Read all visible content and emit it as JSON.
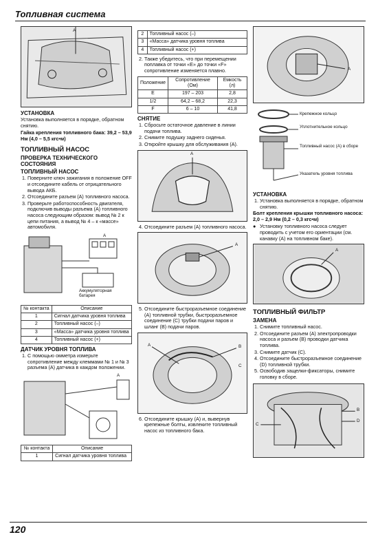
{
  "header": {
    "title": "Топливная система"
  },
  "page_number": "120",
  "col1": {
    "install_title": "УСТАНОВКА",
    "install_text": "Установка выполняется в порядке, обратном снятию.",
    "torque_text": "Гайка крепления топливного бака: 39,2 – 53,9 Нм (4,0 – 5,5 кгс•м)",
    "pump_title": "ТОПЛИВНЫЙ НАСОС",
    "check_title": "ПРОВЕРКА ТЕХНИЧЕСКОГО СОСТОЯНИЯ",
    "pump_sub": "ТОПЛИВНЫЙ НАСОС",
    "steps": [
      "Поверните ключ зажигания в положение OFF и отсоедините кабель от отрицательного вывода АКБ.",
      "Отсоедините разъем (А) топливного насоса.",
      "Проверьте работоспособность двигателя, подключив выводы разъема (А) топливного насоса следующим образом: вывод № 2 к цепи питания, а вывод № 4 – к «массе» автомобиля."
    ],
    "battery_label": "Аккумуляторная батарея",
    "table1_headers": [
      "№ контакта",
      "Описание"
    ],
    "table1_rows": [
      [
        "1",
        "Сигнал датчика уровня топлива"
      ],
      [
        "2",
        "Топливный насос (–)"
      ],
      [
        "3",
        "«Масса» датчика уровня топлива"
      ],
      [
        "4",
        "Топливный насос (+)"
      ]
    ],
    "sensor_title": "ДАТЧИК УРОВНЯ ТОПЛИВА",
    "sensor_step": "С помощью омметра измерьте сопротивление между клеммами № 1 и № 3 разъема (А) датчика в каждом положении.",
    "table2_headers": [
      "№ контакта",
      "Описание"
    ],
    "table2_rows": [
      [
        "1",
        "Сигнал датчика уровня топлива"
      ]
    ]
  },
  "col2": {
    "table_rows": [
      [
        "2",
        "Топливный насос (–)"
      ],
      [
        "3",
        "«Масса» датчика уровня топлива"
      ],
      [
        "4",
        "Топливный насос (+)"
      ]
    ],
    "step2": "Также убедитесь, что при перемещении поплавка от точки «Е» до точки «F» сопротивление изменяется плавно.",
    "res_headers": [
      "Положение",
      "Сопротивление (Ом)",
      "Емкость (л)"
    ],
    "res_rows": [
      [
        "E",
        "197 – 203",
        "2,8"
      ],
      [
        "1/2",
        "64,2 – 68,2",
        "22,3"
      ],
      [
        "F",
        "6 – 10",
        "41,8"
      ]
    ],
    "removal_title": "СНЯТИЕ",
    "removal_steps": [
      "Сбросьте остаточное давление в линии подачи топлива.",
      "Снимите подушку заднего сиденья.",
      "Откройте крышку для обслуживания (А)."
    ],
    "step4": "Отсоедините разъем (А) топливного насоса.",
    "step5": "Отсоедините быстроразъемное соединение (А) топливной трубки, быстроразъемное соединение (С) трубки подачи паров и шланг (В) подачи паров.",
    "step6": "Отсоедините крышку (А) и, вывернув крепежные болты, извлеките топливный насос из топливного бака."
  },
  "col3": {
    "parts": [
      "Крепежное кольцо",
      "Уплотнительное кольцо",
      "Топливный насос (А) в сборе",
      "Указатель уровня топлива"
    ],
    "install_title": "УСТАНОВКА",
    "install_step": "Установка выполняется в порядке, обратном снятию.",
    "bolt_text": "Болт крепления крышки топливного насоса: 2,0 – 2,9 Нм (0,2 – 0,3 кгс•м)",
    "bullet_text": "Установку топливного насоса следует проводить с учетом его ориентации (см. канавку (А) на топливном баке).",
    "filter_title": "ТОПЛИВНЫЙ ФИЛЬТР",
    "replace_title": "ЗАМЕНА",
    "filter_steps": [
      "Снимите топливный насос.",
      "Отсоедините разъем (А) электропроводки насоса и разъем (В) проводки датчика топлива.",
      "Снимите датчик (С).",
      "Отсоедините быстроразъемное соединение (D) топливной трубки.",
      "Освободив защелки-фиксаторы, снимите головку в сборе."
    ]
  },
  "fig_letters": {
    "a": "A",
    "b": "B",
    "c": "C",
    "d": "D"
  }
}
